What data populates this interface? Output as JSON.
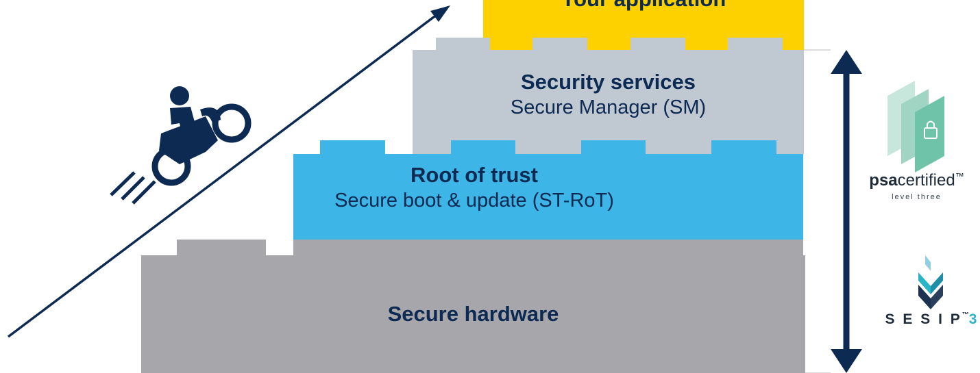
{
  "layers": [
    {
      "id": "app",
      "title": "Your application",
      "subtitle": "",
      "color": "#fdd100"
    },
    {
      "id": "sm",
      "title": "Security services",
      "subtitle": "Secure Manager (SM)",
      "color": "#c0c8d2"
    },
    {
      "id": "rot",
      "title": "Root of trust",
      "subtitle": "Secure boot & update (ST-RoT)",
      "color": "#3db5e6"
    },
    {
      "id": "hw",
      "title": "Secure hardware",
      "subtitle": "",
      "color": "#a7a6ab"
    }
  ],
  "certifications": {
    "psa": {
      "brand_bold": "psa",
      "brand_regular": "certified",
      "tm": "™",
      "level": "level three"
    },
    "sesip": {
      "letters": "S E S I P",
      "tm": "™",
      "level": "3"
    }
  },
  "icons": {
    "rider": "motorcycle-rider-icon",
    "arrow": "diagonal-arrow-icon",
    "double_arrow": "vertical-double-arrow-icon",
    "lock": "lock-icon"
  },
  "colors": {
    "navy": "#0d2a52",
    "app_yellow": "#fdd100",
    "services_gray": "#c0c8d2",
    "rot_blue": "#3db5e6",
    "hardware_gray": "#a7a6ab",
    "psa_green": "#6fc3a8",
    "sesip_teal": "#2bb3c8"
  }
}
